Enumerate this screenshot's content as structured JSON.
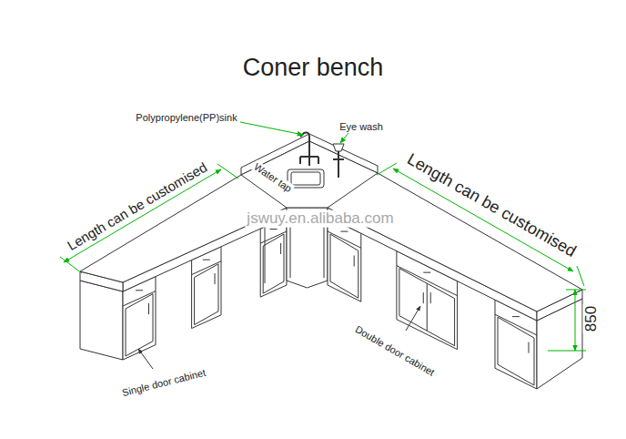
{
  "diagram": {
    "title": "Coner bench",
    "labels": [
      "Polypropylene(PP)sink",
      "Eye wash",
      "Water tap",
      "Length can be customised",
      "jswuy.en.alibaba.com",
      "Length can be customised",
      "850",
      "Double door cabinet",
      "Single door cabinet"
    ]
  }
}
